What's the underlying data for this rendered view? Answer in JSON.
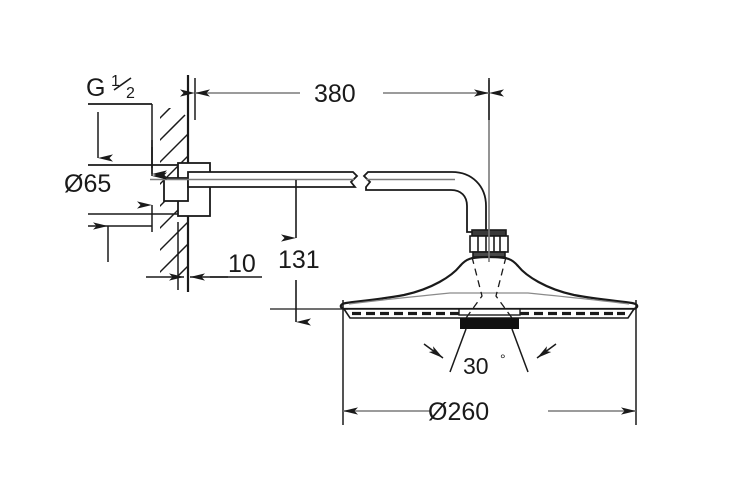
{
  "drawing": {
    "title": "Shower head technical dimension drawing",
    "units": "mm",
    "line_color": "#1a1a1a",
    "thin_color": "#6e6e6e",
    "background": "#ffffff"
  },
  "dimensions": {
    "thread": {
      "label_prefix": "G",
      "numerator": "1",
      "denominator": "2",
      "name": "thread-size"
    },
    "flange_diameter": {
      "value": "Ø65",
      "name": "flange-diameter"
    },
    "wall_offset": {
      "value": "10",
      "name": "wall-offset"
    },
    "arm_length": {
      "value": "380",
      "name": "arm-length"
    },
    "drop_height": {
      "value": "131",
      "name": "drop-height"
    },
    "spray_angle": {
      "value": "30",
      "symbol": "°",
      "name": "spray-angle"
    },
    "head_diameter": {
      "value": "Ø260",
      "name": "head-diameter"
    }
  },
  "parts": {
    "wall": "wall-hatching",
    "flange": "wall-flange",
    "arm": "shower-arm",
    "elbow": "arm-elbow",
    "nut": "connector-nut",
    "head": "shower-head",
    "spray_face": "spray-face",
    "spray_cone": "spray-cone"
  }
}
